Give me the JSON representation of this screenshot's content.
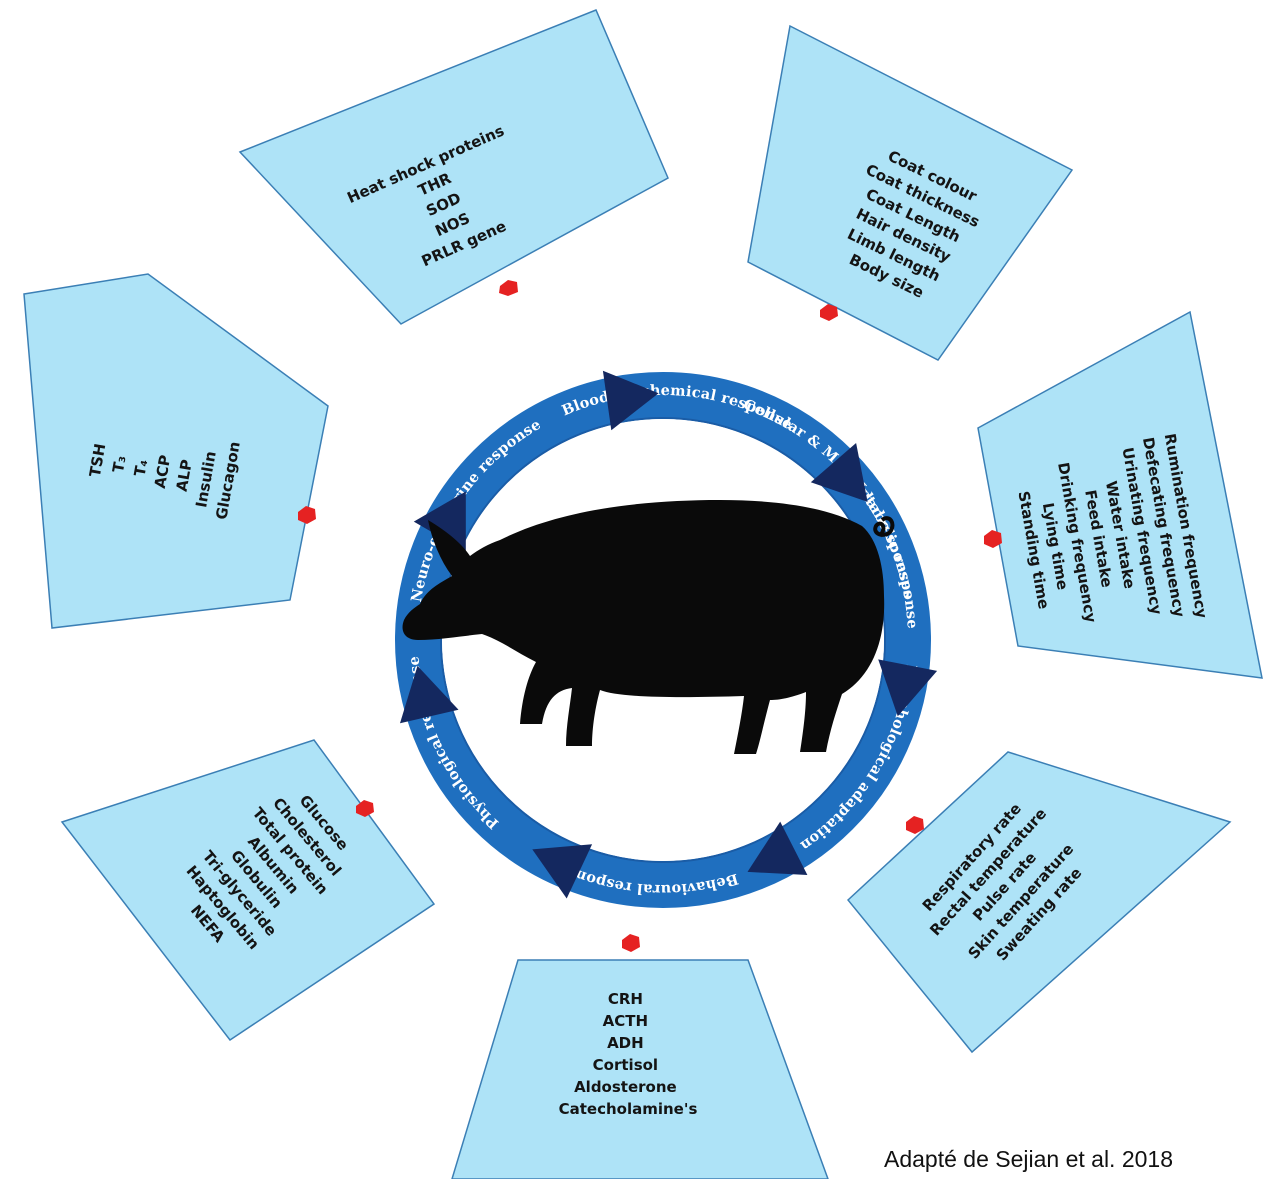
{
  "diagram": {
    "center": {
      "icon": "pig-silhouette-icon"
    },
    "ring_color": "#1f6fbf",
    "arrow_color": "#14285f",
    "connector_color": "#e52222",
    "panel_color": "#aee3f7",
    "responses": [
      {
        "label": "Cellular & Molecular responses",
        "items": [
          "Heat shock proteins",
          "THR",
          "SOD",
          "NOS",
          "PRLR gene"
        ]
      },
      {
        "label": "Morphological adaptation",
        "items": [
          "Coat colour",
          "Coat thickness",
          "Coat Length",
          "Hair density",
          "Limb length",
          "Body size"
        ]
      },
      {
        "label": "Behavioural response",
        "items": [
          "Standing time",
          "Lying time",
          "Drinking frequency",
          "Feed intake",
          "Water intake",
          "Urinating frequency",
          "Defecating frequency",
          "Rumination frequency"
        ]
      },
      {
        "label": "Physiological response",
        "items": [
          "Respiratory rate",
          "Rectal temperature",
          "Pulse rate",
          "Skin temperature",
          "Sweating rate"
        ]
      },
      {
        "label": "Neuro-endocrine response",
        "items": [
          "CRH",
          "ACTH",
          "ADH",
          "Cortisol",
          "Aldosterone",
          "Catecholamine's"
        ]
      },
      {
        "label": "Blood biochemical response",
        "items": [
          "Glucose",
          "Cholesterol",
          "Total protein",
          "Albumin",
          "Globulin",
          "Tri-glyceride",
          "Haptoglobin",
          "NEFA"
        ]
      },
      {
        "label": "Metabolic response",
        "items": [
          "TSH",
          "T₃",
          "T₄",
          "ACP",
          "ALP",
          "Insulin",
          "Glucagon"
        ]
      }
    ]
  },
  "credit": "Adapté de Sejian et al. 2018"
}
